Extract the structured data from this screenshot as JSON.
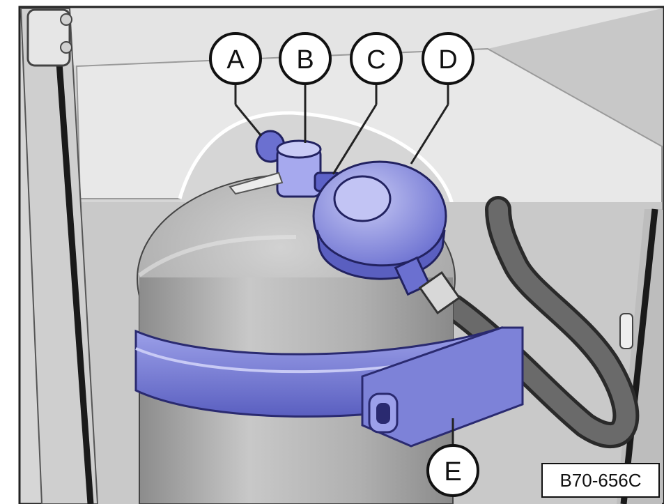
{
  "figure": {
    "reference_code": "B70-656C",
    "callouts": [
      {
        "id": "A",
        "label": "A"
      },
      {
        "id": "B",
        "label": "B"
      },
      {
        "id": "C",
        "label": "C"
      },
      {
        "id": "D",
        "label": "D"
      },
      {
        "id": "E",
        "label": "E"
      }
    ]
  },
  "colors": {
    "highlight": "#8a8fe0",
    "highlight_dark": "#4a4fb0",
    "tank": "#b4b4b4",
    "cabinet": "#dcdcdc",
    "hose": "#5a5a5a"
  }
}
